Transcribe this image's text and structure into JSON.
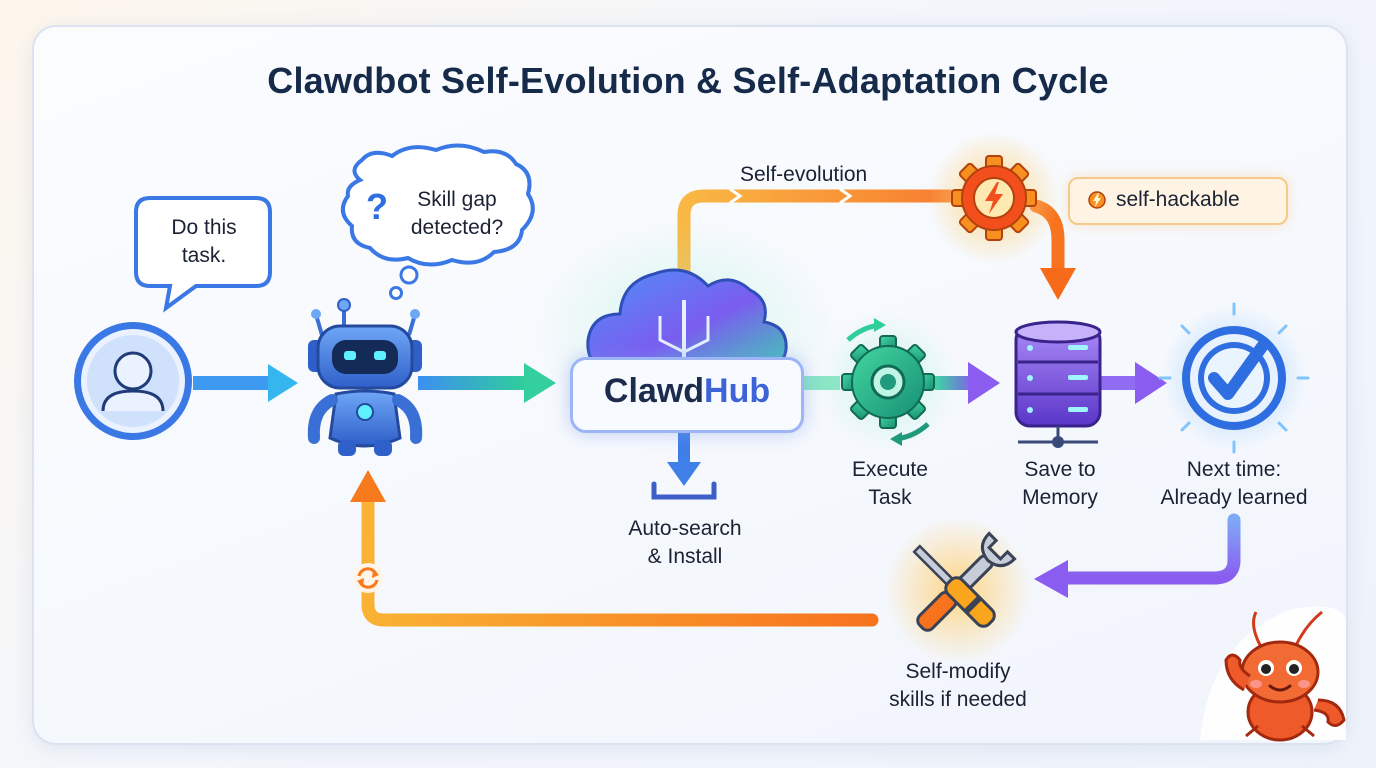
{
  "title": "Clawdbot Self-Evolution & Self-Adaptation Cycle",
  "bubbles": {
    "user_request": "Do this\ntask.",
    "skill_gap": "Skill gap\ndetected?",
    "skill_gap_mark": "?"
  },
  "nodes": {
    "hub_name_part1": "Clawd",
    "hub_name_part2": "Hub",
    "auto_search": "Auto-search\n& Install",
    "execute": "Execute\nTask",
    "memory": "Save to\nMemory",
    "next_time": "Next time:\nAlready learned",
    "self_modify": "Self-modify\nskills if needed"
  },
  "paths": {
    "self_evolution": "Self-evolution",
    "hackable_tag": "self-hackable"
  },
  "colors": {
    "title": "#162a4a",
    "accent_blue": "#3d8ff0",
    "accent_teal": "#2fcf9a",
    "accent_purple": "#8a5cf0",
    "accent_orange": "#f7901e"
  },
  "icons": [
    "user-avatar-icon",
    "robot-icon",
    "cloud-icon",
    "download-icon",
    "gear-execute-icon",
    "database-icon",
    "checkmark-icon",
    "gear-lightning-icon",
    "wrench-screwdriver-icon",
    "refresh-icon",
    "lobster-mascot-icon"
  ]
}
